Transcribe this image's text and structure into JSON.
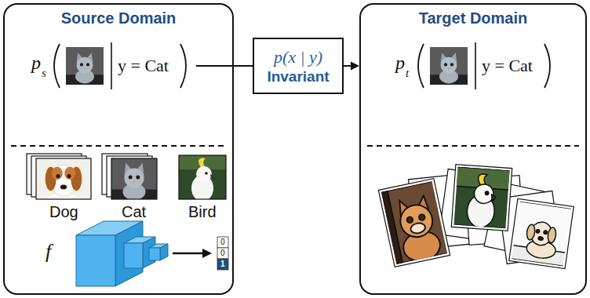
{
  "diagram": {
    "nodes": [
      {
        "text": [
          "Source Domain"
        ]
      },
      {
        "text": [
          "p(x | y)",
          "Invariant"
        ]
      },
      {
        "text": [
          "Target Domain"
        ]
      }
    ],
    "edges": [
      {
        "from": 0,
        "to": 1,
        "arrow": "none"
      },
      {
        "from": 1,
        "to": 2,
        "arrow": "to"
      }
    ],
    "labels": [
      "p",
      "s",
      "y = Cat",
      "Dog",
      "Cat",
      "Bird",
      "f",
      "0",
      "0",
      "1",
      "p",
      "t",
      "y = Cat"
    ]
  }
}
